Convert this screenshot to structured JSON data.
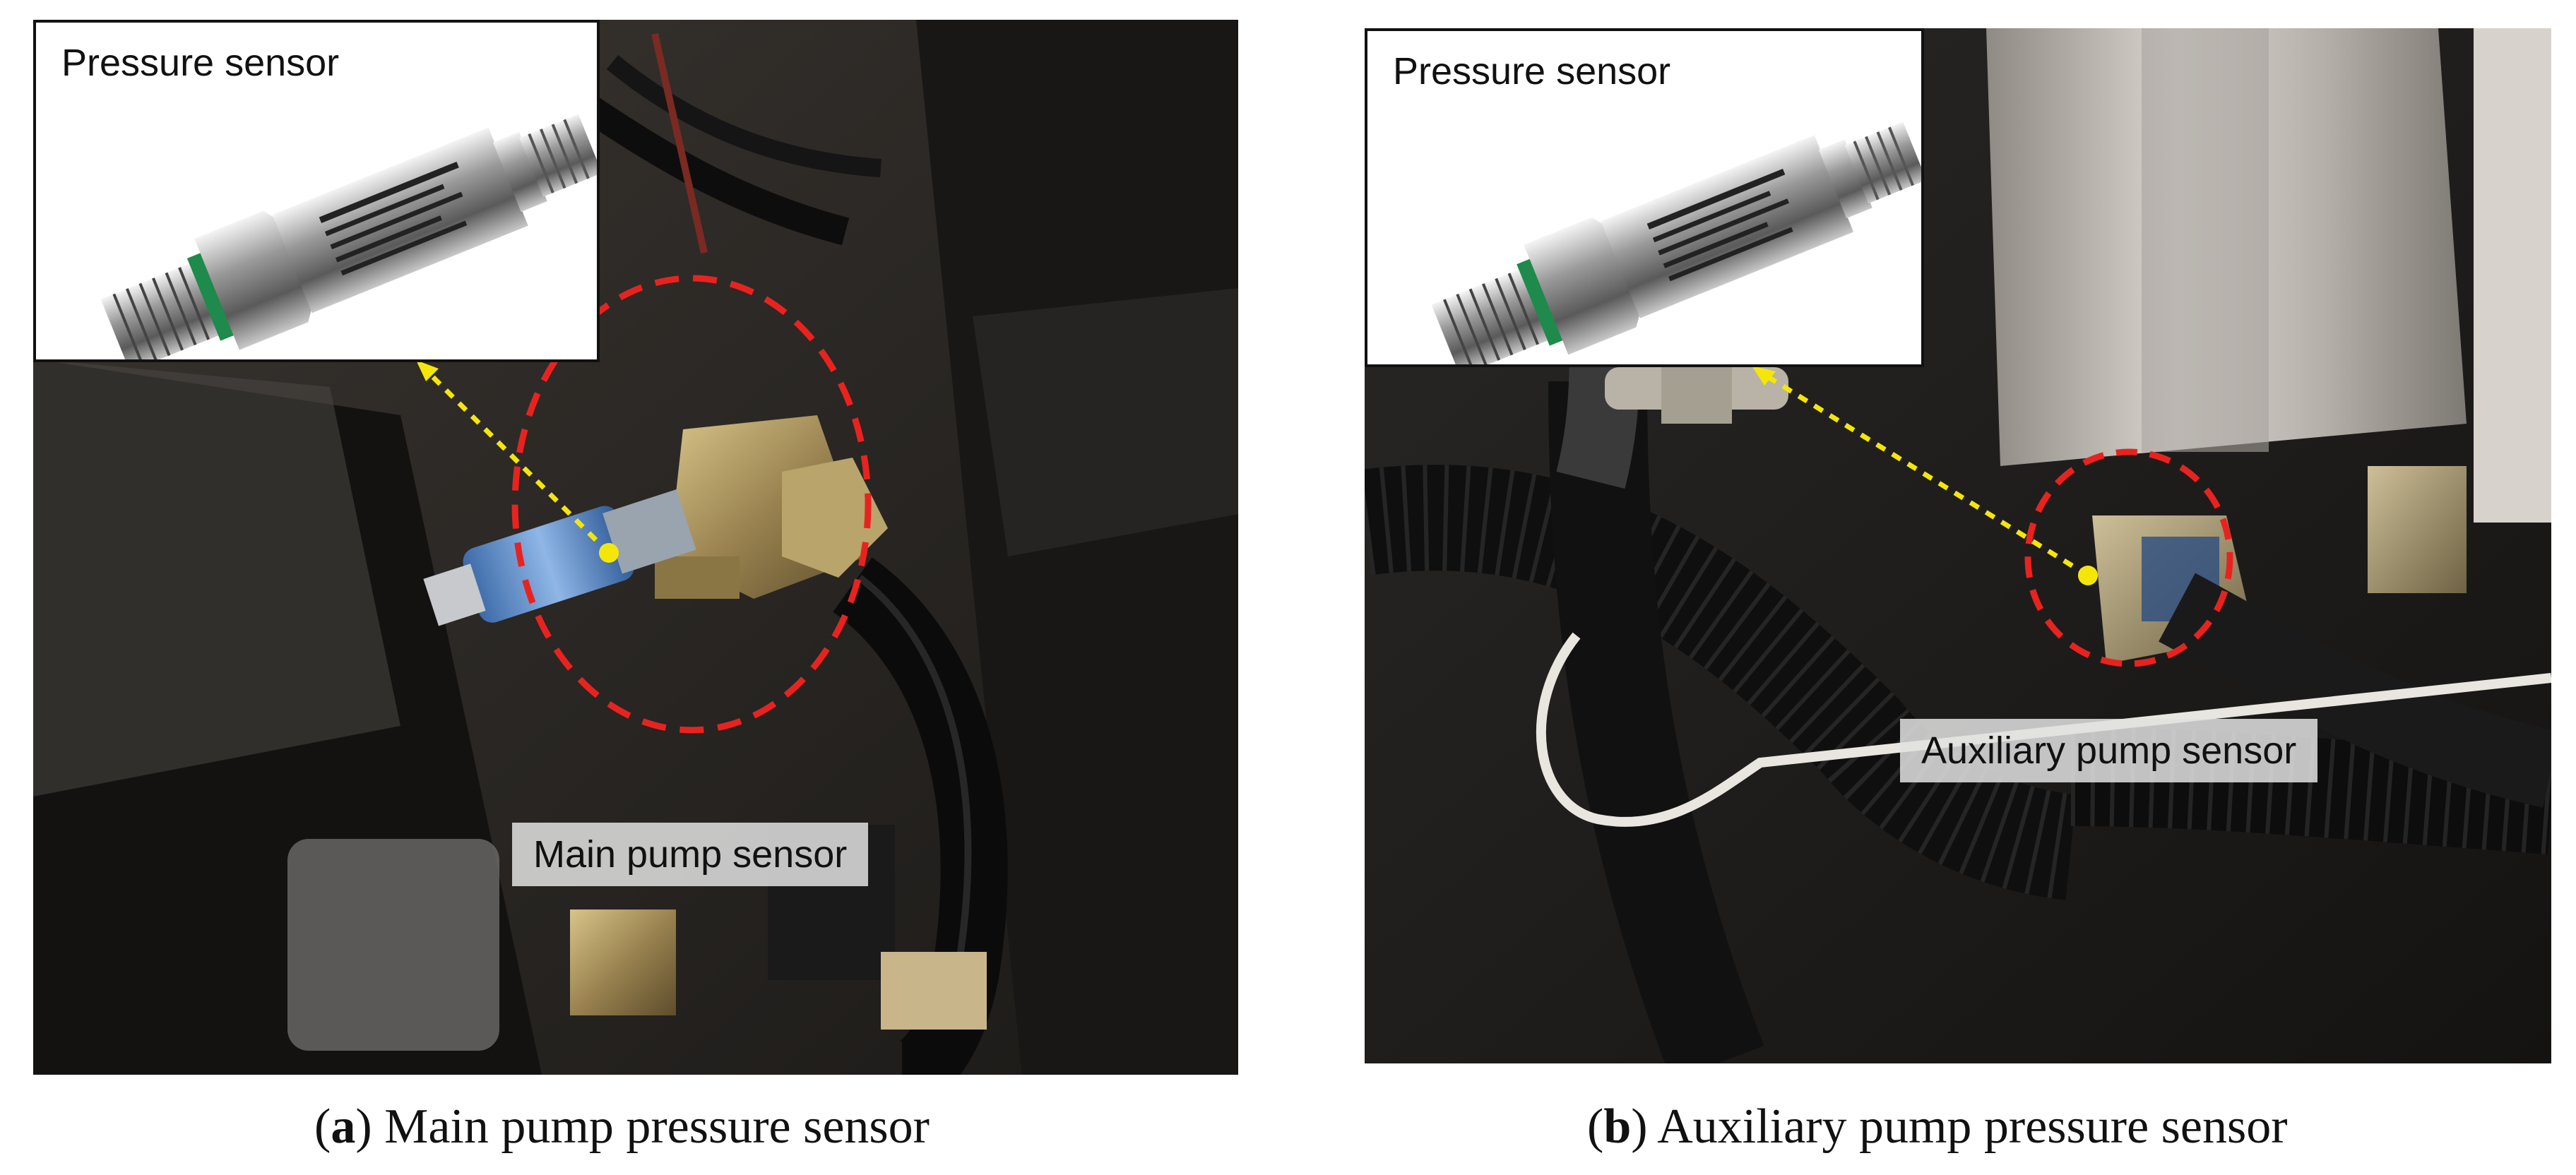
{
  "panels": [
    {
      "inset_title": "Pressure sensor",
      "callout": "Main pump sensor",
      "caption_letter": "a",
      "caption_text": "Main pump pressure sensor"
    },
    {
      "inset_title": "Pressure sensor",
      "callout": "Auxiliary pump sensor",
      "caption_letter": "b",
      "caption_text": "Auxiliary pump pressure sensor"
    }
  ],
  "colors": {
    "highlight_circle": "#e8231f",
    "pointer_line": "#f5e60a"
  }
}
